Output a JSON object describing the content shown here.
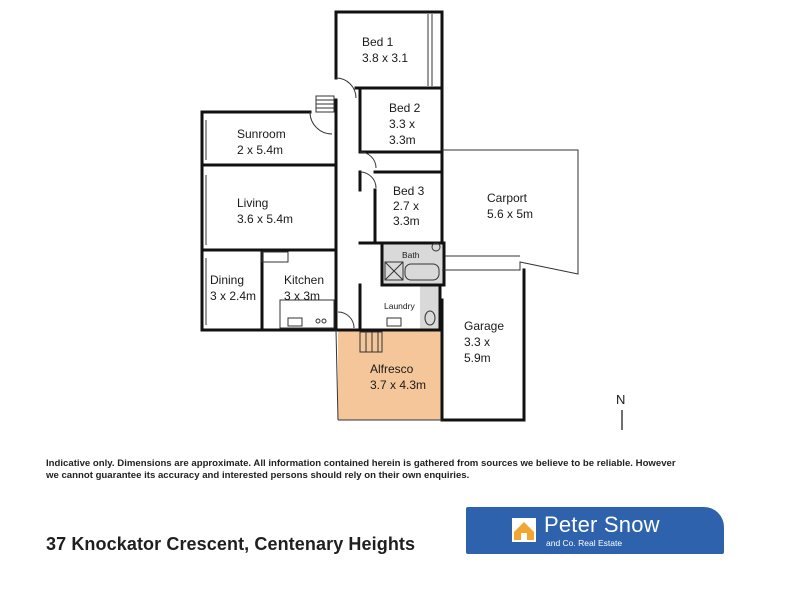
{
  "rooms": {
    "bed1": {
      "name": "Bed 1",
      "dims": "3.8 x 3.1"
    },
    "bed2": {
      "name": "Bed 2",
      "dims_line1": "3.3 x",
      "dims_line2": "3.3m"
    },
    "bed3": {
      "name": "Bed 3",
      "dims_line1": "2.7 x",
      "dims_line2": "3.3m"
    },
    "sunroom": {
      "name": "Sunroom",
      "dims": "2 x 5.4m"
    },
    "living": {
      "name": "Living",
      "dims": "3.6 x 5.4m"
    },
    "dining": {
      "name": "Dining",
      "dims": "3 x 2.4m"
    },
    "kitchen": {
      "name": "Kitchen",
      "dims": "3 x 3m"
    },
    "carport": {
      "name": "Carport",
      "dims": "5.6 x 5m"
    },
    "bath": {
      "name": "Bath"
    },
    "laundry": {
      "name": "Laundry"
    },
    "garage": {
      "name": "Garage",
      "dims_line1": "3.3 x",
      "dims_line2": "5.9m"
    },
    "alfresco": {
      "name": "Alfresco",
      "dims": "3.7 x 4.3m"
    }
  },
  "north_label": "N",
  "disclaimer": {
    "line1": "Indicative only. Dimensions are approximate. All information contained herein is gathered from sources we believe to be reliable. However",
    "line2": "we cannot guarantee its accuracy and interested persons should rely on their own enquiries."
  },
  "address": "37 Knockator Crescent, Centenary Heights",
  "logo": {
    "name": "Peter Snow",
    "subtitle": "and Co. Real Estate",
    "brand_color": "#2e62ad",
    "accent_color": "#f2a531"
  },
  "colors": {
    "wall": "#111111",
    "alfresco_fill": "#f5c69a",
    "wet_area_fill": "#d9d9d9"
  }
}
